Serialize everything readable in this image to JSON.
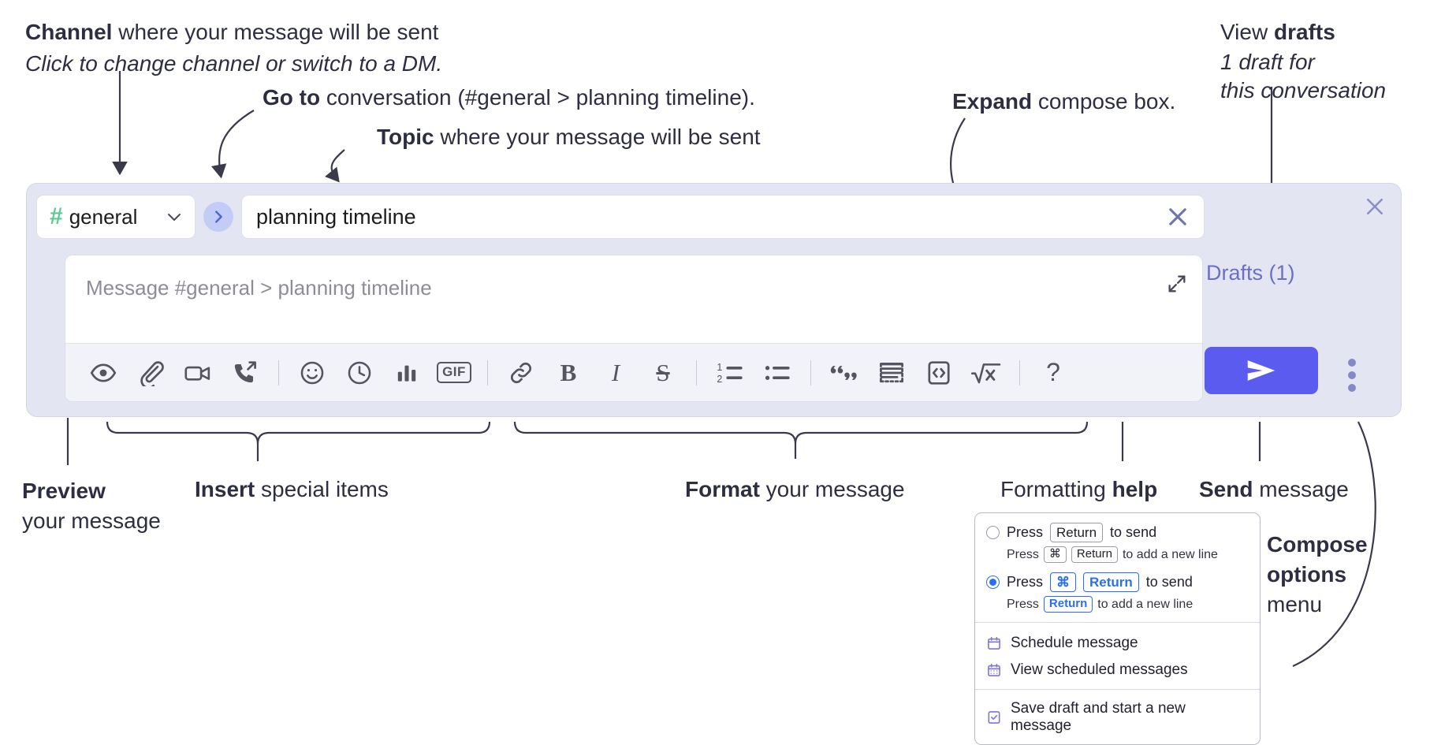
{
  "annotations": {
    "channel": {
      "bold": "Channel",
      "rest": " where your message will be sent",
      "italic": "Click to change channel or switch to a DM."
    },
    "goto": {
      "bold": "Go to",
      "rest": " conversation (#general > planning timeline)."
    },
    "topic": {
      "bold": "Topic",
      "rest": " where your message will be sent"
    },
    "expand": {
      "bold": "Expand",
      "rest": " compose box."
    },
    "drafts": {
      "lead": "View ",
      "bold": "drafts",
      "italic_line1": "1 draft for",
      "italic_line2": "this conversation"
    },
    "preview": {
      "bold": "Preview",
      "rest": "your message"
    },
    "insert": {
      "bold": "Insert",
      "rest": " special items"
    },
    "format": {
      "bold": "Format",
      "rest": " your message"
    },
    "help": {
      "lead": "Formatting ",
      "bold": "help"
    },
    "send": {
      "bold": "Send",
      "rest": " message"
    },
    "compose_options": {
      "bold_line1": "Compose",
      "bold_line2": "options",
      "rest": "menu"
    }
  },
  "compose": {
    "channel": {
      "hash": "#",
      "name": "general",
      "chevron": "chevron-down"
    },
    "goto_button_label": "›",
    "topic": {
      "value": "planning timeline",
      "clear_label": "×"
    },
    "message": {
      "placeholder": "Message #general > planning timeline",
      "value": ""
    },
    "panel_close_label": "×",
    "toolbar": [
      {
        "name": "preview-icon",
        "label": "Preview"
      },
      {
        "name": "attachment-icon",
        "label": "Attach file"
      },
      {
        "name": "video-icon",
        "label": "Record video clip"
      },
      {
        "name": "audio-icon",
        "label": "Record audio clip"
      },
      {
        "name": "separator",
        "label": ""
      },
      {
        "name": "emoji-icon",
        "label": "Emoji"
      },
      {
        "name": "clock-icon",
        "label": "Reminder"
      },
      {
        "name": "poll-icon",
        "label": "Poll"
      },
      {
        "name": "gif-icon",
        "label": "GIF"
      },
      {
        "name": "separator",
        "label": ""
      },
      {
        "name": "link-icon",
        "label": "Link"
      },
      {
        "name": "bold-icon",
        "label": "B"
      },
      {
        "name": "italic-icon",
        "label": "I"
      },
      {
        "name": "strikethrough-icon",
        "label": "S"
      },
      {
        "name": "separator",
        "label": ""
      },
      {
        "name": "ordered-list-icon",
        "label": "Ordered list"
      },
      {
        "name": "bulleted-list-icon",
        "label": "Bulleted list"
      },
      {
        "name": "separator",
        "label": ""
      },
      {
        "name": "blockquote-icon",
        "label": "Blockquote"
      },
      {
        "name": "code-block-icon",
        "label": "Code block"
      },
      {
        "name": "inline-code-icon",
        "label": "Code"
      },
      {
        "name": "math-icon",
        "label": "Math"
      },
      {
        "name": "separator",
        "label": ""
      },
      {
        "name": "help-icon",
        "label": "?"
      }
    ],
    "drafts_link": "Drafts (1)",
    "send_button_label": "Send",
    "more_options_label": "More options"
  },
  "menu": {
    "option1": {
      "selected": false,
      "press": "Press",
      "key": "Return",
      "to_send": "to send",
      "sub_press": "Press",
      "sub_key1": "⌘",
      "sub_key2": "Return",
      "sub_rest": "to add a new line"
    },
    "option2": {
      "selected": true,
      "press": "Press",
      "key1": "⌘",
      "key2": "Return",
      "to_send": "to send",
      "sub_press": "Press",
      "sub_key": "Return",
      "sub_rest": "to add a new line"
    },
    "items": [
      {
        "icon": "calendar-icon",
        "label": "Schedule message"
      },
      {
        "icon": "calendar-grid-icon",
        "label": "View scheduled messages"
      },
      {
        "icon": "save-draft-icon",
        "label": "Save draft and start a new message"
      }
    ]
  },
  "colors": {
    "panel_bg": "#e3e5f2",
    "send_purple": "#5b5bf0",
    "hash_green": "#5ccb8e",
    "drafts_purple": "#6b6fc9",
    "radio_blue": "#2a6ff0",
    "menu_icon_purple": "#7c74e0"
  }
}
